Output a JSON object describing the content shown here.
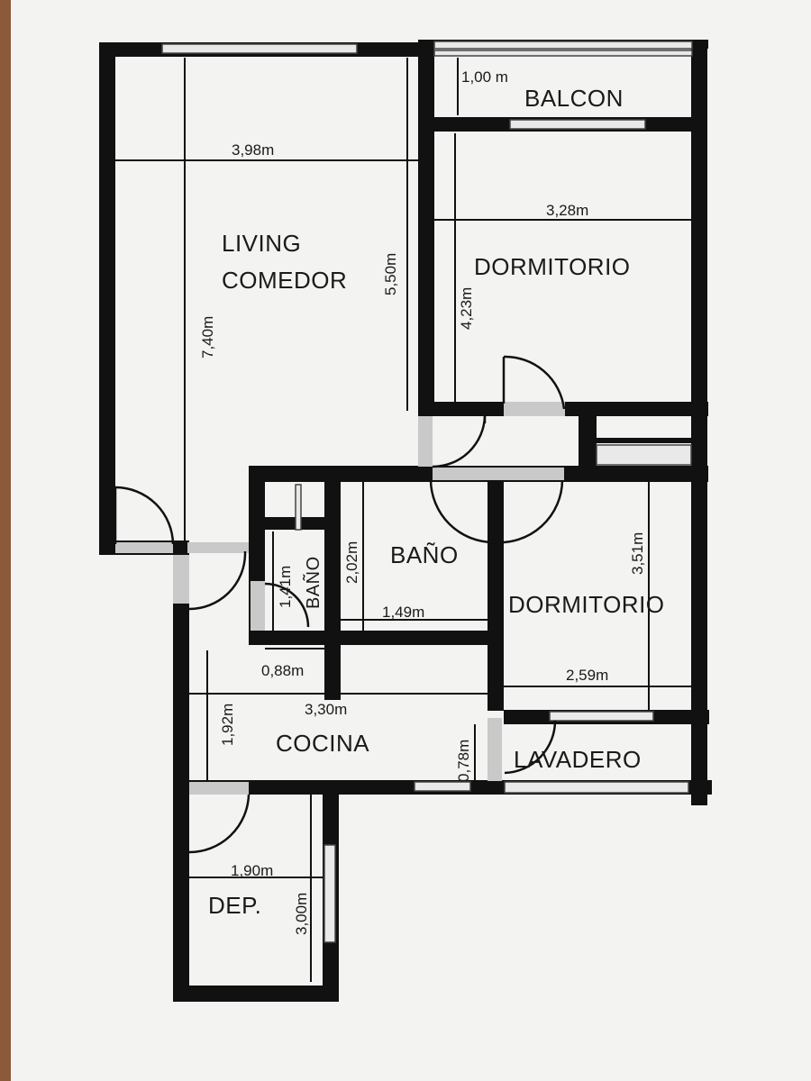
{
  "rooms": {
    "balcon": "BALCON",
    "living_1": "LIVING",
    "living_2": "COMEDOR",
    "dormitorio_1": "DORMITORIO",
    "bano_main": "BAÑO",
    "bano_small": "BAÑO",
    "dormitorio_2": "DORMITORIO",
    "cocina": "COCINA",
    "lavadero": "LAVADERO",
    "dep": "DEP."
  },
  "dimensions": {
    "balcon_depth": "1,00 m",
    "living_width": "3,98m",
    "living_length": "7,40m",
    "living_partial": "5,50m",
    "dorm1_width": "3,28m",
    "dorm1_length": "4,23m",
    "bano_height": "2,02m",
    "bano_width": "1,49m",
    "small_bano_height": "1,41m",
    "small_bano_width": "0,88m",
    "dorm2_length": "3,51m",
    "dorm2_width": "2,59m",
    "cocina_width": "3,30m",
    "cocina_depth": "1,92m",
    "lavadero_depth": "0,78m",
    "dep_width": "1,90m",
    "dep_length": "3,00m"
  }
}
